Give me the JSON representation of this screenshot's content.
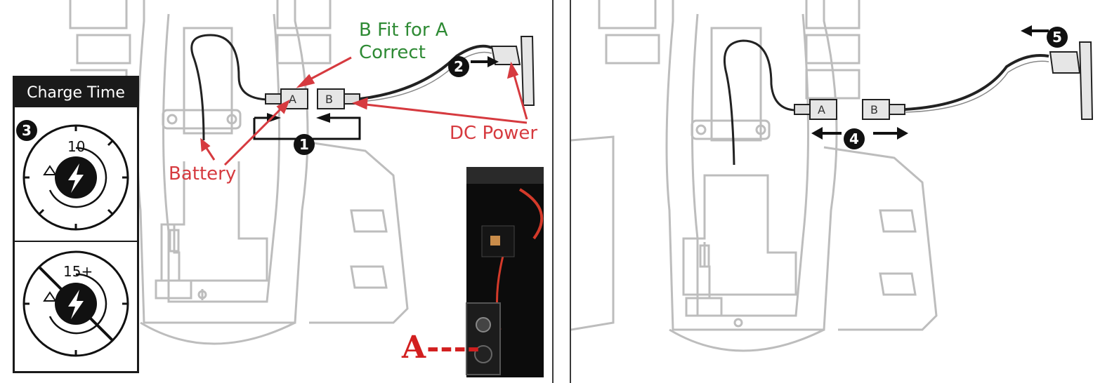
{
  "labels": {
    "fit_line1": "B Fit for A",
    "fit_line2": "Correct",
    "dc_power": "DC Power",
    "battery": "Battery",
    "connector_a": "A",
    "connector_b": "B",
    "photo_label": "A----"
  },
  "charge_panel": {
    "title": "Charge Time",
    "dial_short": "10",
    "dial_long": "15+"
  },
  "steps": [
    "1",
    "2",
    "3",
    "4",
    "5"
  ],
  "colors": {
    "annotation_red": "#d63a3f",
    "annotation_green": "#2e8a34",
    "line_art": "#b8b8b8",
    "ink": "#111111"
  }
}
